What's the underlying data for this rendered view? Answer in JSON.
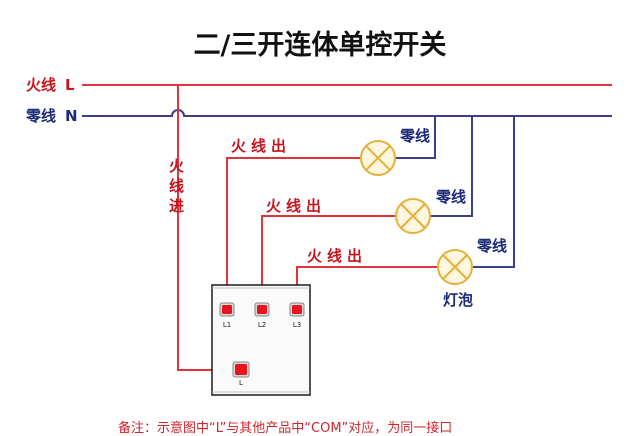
{
  "title": "二/三开连体单控开关",
  "lines": {
    "live": {
      "label": "火线",
      "letter": "L",
      "color": "#e0343c"
    },
    "neutral": {
      "label": "零线",
      "letter": "N",
      "color": "#3a3f8f"
    }
  },
  "labels": {
    "live_in": [
      "火",
      "线",
      "进"
    ],
    "live_out": [
      "火线出",
      "火线出",
      "火线出"
    ],
    "neutral": [
      "零线",
      "零线",
      "零线"
    ],
    "lamp": "灯泡"
  },
  "terminals": {
    "outputs": [
      "L1",
      "L2",
      "L3"
    ],
    "common": "L"
  },
  "note": "备注：示意图中“L”与其他产品中“COM”对应，为同一接口"
}
